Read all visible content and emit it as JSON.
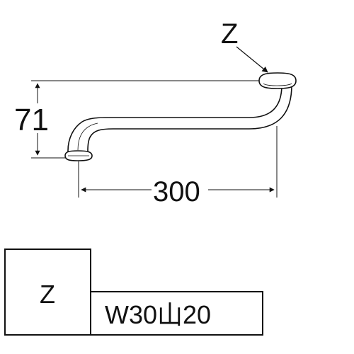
{
  "diagram": {
    "part_label": "Z",
    "height_dimension": "71",
    "length_dimension": "300"
  },
  "spec_table": {
    "part_label": "Z",
    "thread_spec": "W30山20"
  },
  "colors": {
    "line": "#111111",
    "background": "#ffffff"
  }
}
